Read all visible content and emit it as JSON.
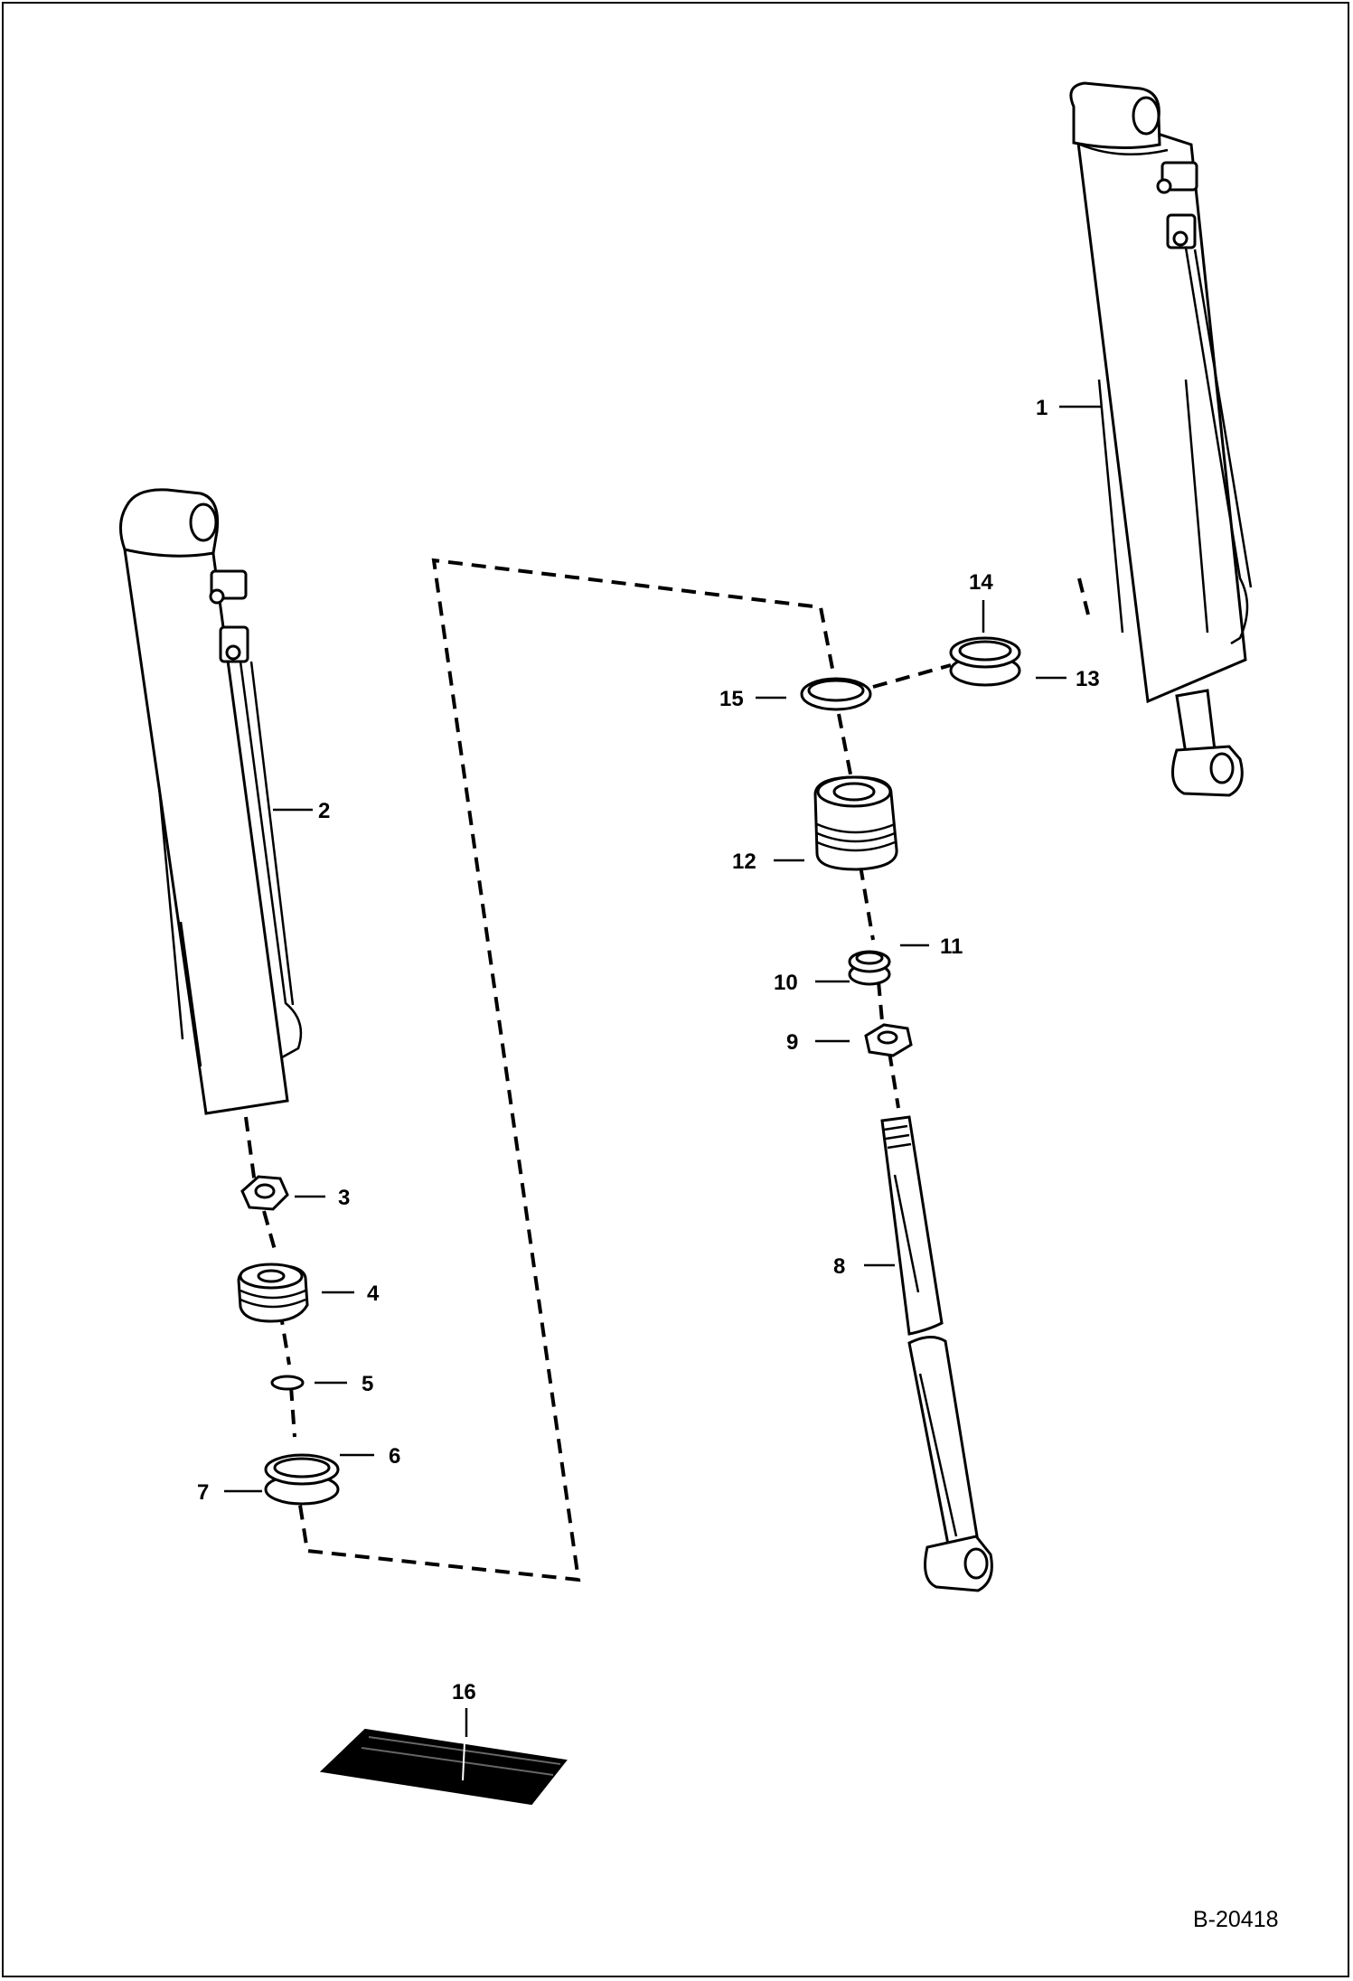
{
  "figure_id": "B-20418",
  "parts": [
    {
      "label": "1"
    },
    {
      "label": "2"
    },
    {
      "label": "3"
    },
    {
      "label": "4"
    },
    {
      "label": "5"
    },
    {
      "label": "6"
    },
    {
      "label": "7"
    },
    {
      "label": "8"
    },
    {
      "label": "9"
    },
    {
      "label": "10"
    },
    {
      "label": "11"
    },
    {
      "label": "12"
    },
    {
      "label": "13"
    },
    {
      "label": "14"
    },
    {
      "label": "15"
    },
    {
      "label": "16"
    }
  ]
}
